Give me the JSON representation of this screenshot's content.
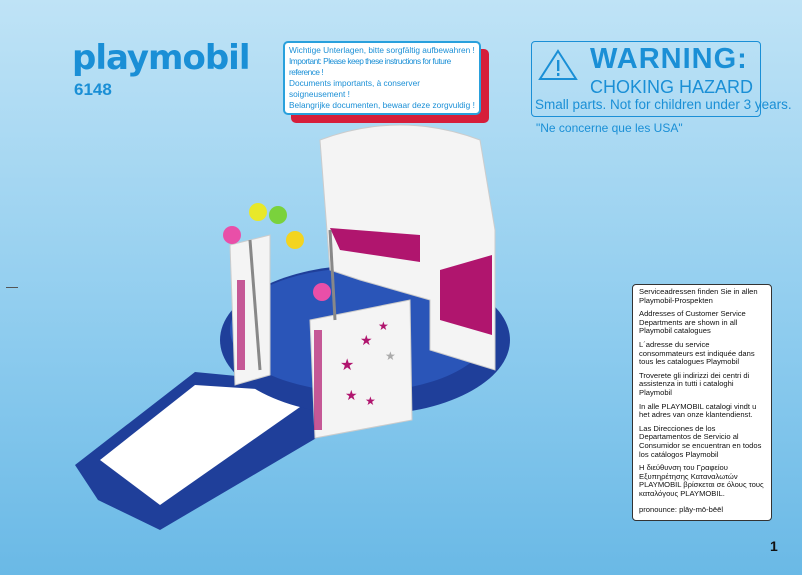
{
  "brand": {
    "logo": "playmobil",
    "set_number": "6148"
  },
  "notice": {
    "lines": [
      "Wichtige Unterlagen, bitte sorgfältig aufbewahren !",
      "Important: Please keep these instructions for future reference !",
      "Documents importants, à conserver soigneusement !",
      "Belangrijke documenten, bewaar deze zorgvuldig !"
    ]
  },
  "warning": {
    "icon": "warning-triangle-icon",
    "title": "WARNING:",
    "subtitle": "CHOKING HAZARD",
    "text": "Small parts. Not for children under 3 years.",
    "note": "\"Ne concerne que les USA\""
  },
  "service": {
    "paragraphs": [
      "Serviceadressen finden Sie in allen Playmobil-Prospekten",
      "Addresses of Customer Service Departments are shown in all Playmobil catalogues",
      "L´adresse du service consommateurs est indiquée dans tous les catalogues Playmobil",
      "Troverete gli indirizzi dei centri di assistenza in tutti i cataloghi Playmobil",
      "In alle PLAYMOBIL catalogi vindt u het adres van onze klantendienst.",
      "Las Direcciones de los Departamentos de Servicio al Consumidor se encuentran en todos los catálogos Playmobil",
      "Η διεύθυνση του Γραφείου Εξυπηρέτησης Καταναλωτών PLAYMOBIL βρίσκεται σε όλους τους καταλόγους PLAYMOBIL.",
      "pronounce: plāy-mō-bēēl"
    ]
  },
  "page_number": "1",
  "colors": {
    "brand_blue": "#1a8fd6",
    "stage_blue": "#1f3f9a",
    "magenta": "#b0156e",
    "notice_shadow": "#d61e3a"
  }
}
